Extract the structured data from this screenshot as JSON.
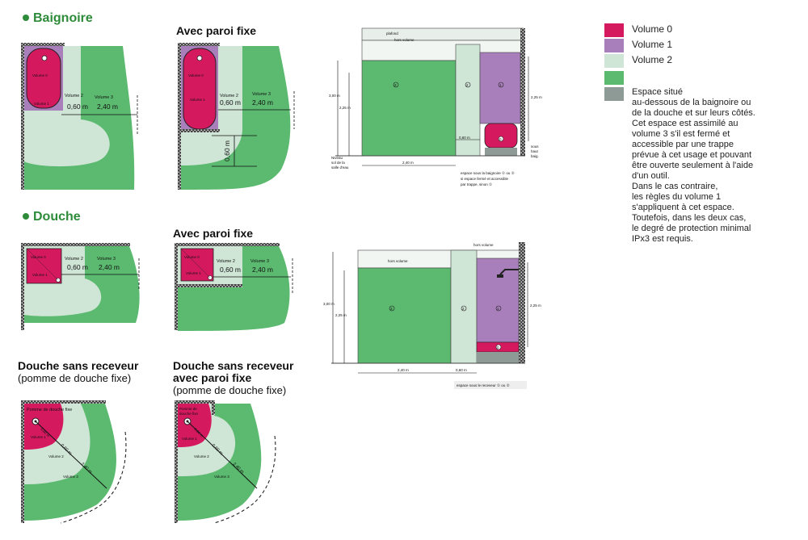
{
  "colors": {
    "volume0": "#d5195f",
    "volume1": "#a97fbb",
    "volume2": "#cfe5d6",
    "volume3": "#5bba6f",
    "under": "#8d9a95",
    "wall": "#3a3a3a",
    "section": "#2e8b3a"
  },
  "sections": {
    "baignoire": "Baignoire",
    "douche": "Douche"
  },
  "headings": {
    "avec_paroi_1": "Avec paroi fixe",
    "avec_paroi_2": "Avec paroi fixe",
    "sans_receveur_1": "Douche sans receveur",
    "sans_receveur_1_sub": "(pomme de douche fixe)",
    "sans_receveur_2a": "Douche sans receveur",
    "sans_receveur_2b": "avec paroi fixe",
    "sans_receveur_2_sub": "(pomme de douche fixe)"
  },
  "plan_labels": {
    "vol0": "Volume 0",
    "vol1": "Volume 1",
    "vol2": "Volume 2",
    "vol3": "Volume 3",
    "d060": "0,60 m",
    "d240": "2,40 m",
    "pomme": "Pomme de douche fixe",
    "pomme2": "Pomme de",
    "pomme3": "douche fixe"
  },
  "section_labels": {
    "plafond": "plafond",
    "hors_volume": "hors volume",
    "h300": "3,00 m",
    "h225": "2,25 m",
    "w240": "2,40 m",
    "w060": "0,60 m",
    "n0": "0",
    "n1": "1",
    "n2": "2",
    "n3": "3",
    "sol_a": "Niveau",
    "sol_b": "sol de la",
    "sol_c": "salle d'eau",
    "note_bain_1": "espace sous la baignoire ① ou ②",
    "note_bain_2": "si espace fermé et accessible",
    "note_bain_3": "par trappe, sinon ①",
    "note_douche": "espace sous le receveur ① ou ②",
    "side_a": "sous",
    "side_b": "haut",
    "side_c": "baig."
  },
  "legend": {
    "items": [
      "Volume 0",
      "Volume 1",
      "Volume 2"
    ],
    "description": [
      "Espace situé",
      "au-dessous de la baignoire ou",
      "de la douche et sur leurs côtés.",
      "Cet espace est assimilé au",
      "volume 3 s'il est fermé et",
      "accessible par une trappe",
      "prévue à cet usage et pouvant",
      "être ouverte seulement à l'aide",
      "d'un outil.",
      "Dans le cas contraire,",
      "les règles du volume 1",
      "s'appliquent à cet espace.",
      "Toutefois, dans les deux cas,",
      "le degré de protection minimal",
      "IPx3 est requis."
    ]
  }
}
